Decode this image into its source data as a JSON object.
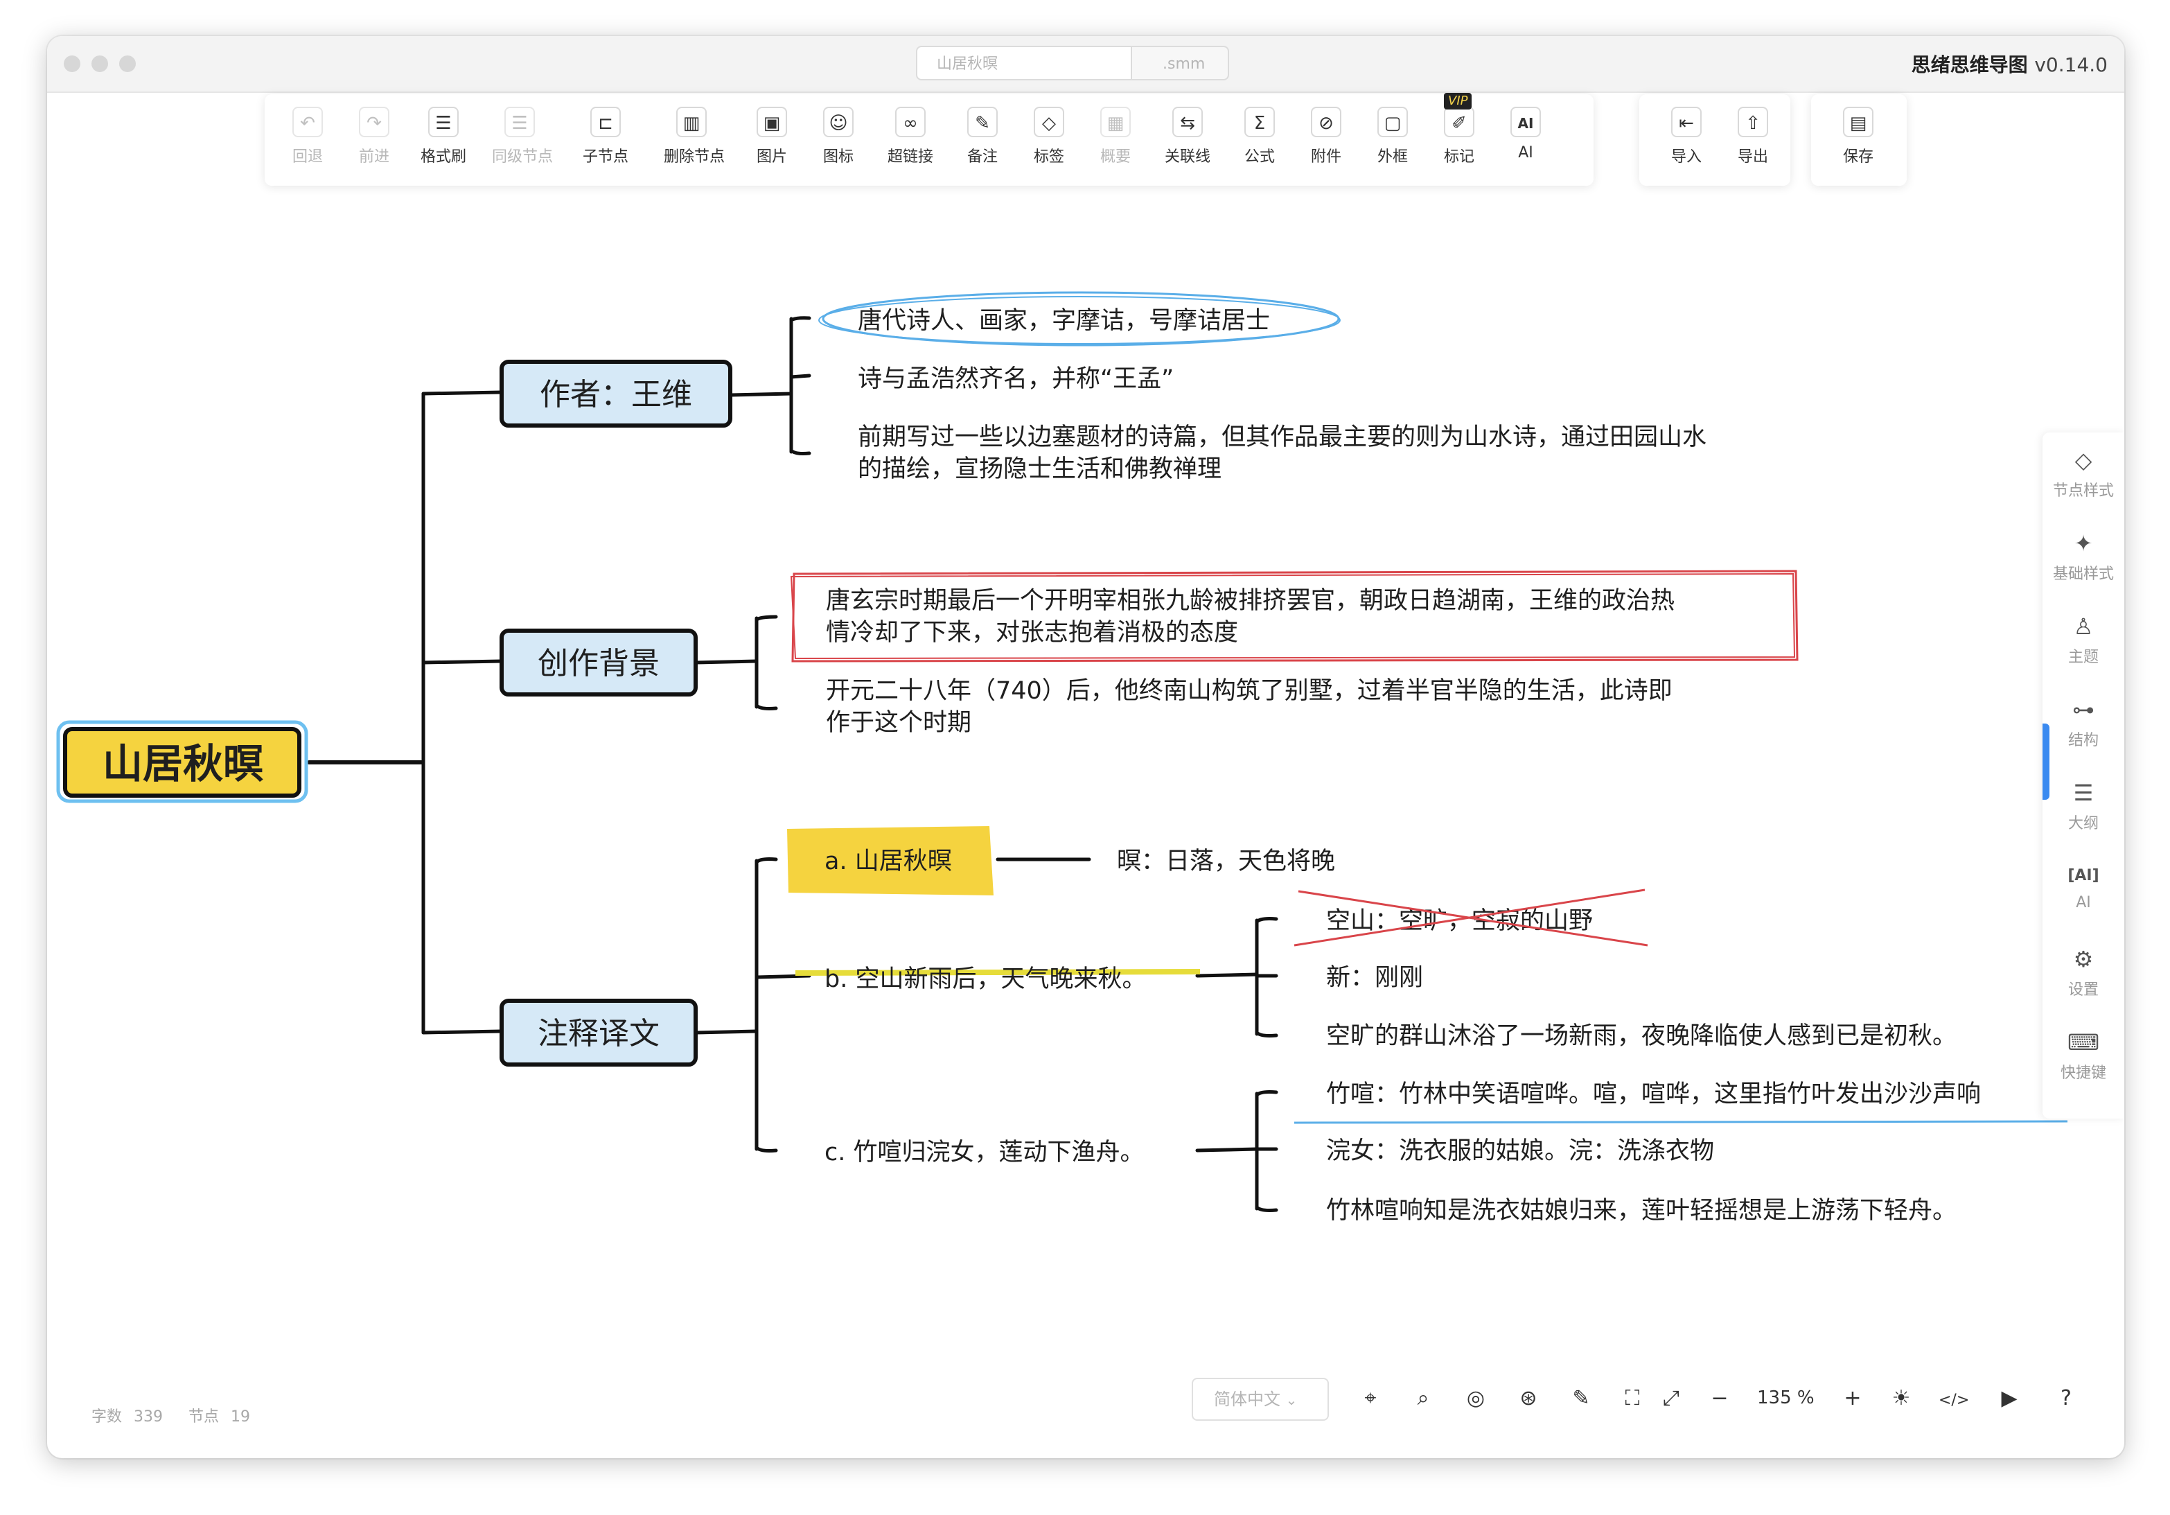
{
  "window": {
    "file_name": "山居秋暝",
    "file_ext": ".smm",
    "app_name": "思绪思维导图",
    "app_version": "v0.14.0"
  },
  "toolbar": {
    "items": [
      {
        "label": "回退",
        "icon": "undo-icon",
        "disabled": true
      },
      {
        "label": "前进",
        "icon": "redo-icon",
        "disabled": true
      },
      {
        "label": "格式刷",
        "icon": "format-brush-icon",
        "disabled": false
      },
      {
        "label": "同级节点",
        "icon": "sibling-node-icon",
        "disabled": true
      },
      {
        "label": "子节点",
        "icon": "child-node-icon",
        "disabled": false
      },
      {
        "label": "删除节点",
        "icon": "trash-icon",
        "disabled": false
      },
      {
        "label": "图片",
        "icon": "image-icon",
        "disabled": false
      },
      {
        "label": "图标",
        "icon": "smile-icon",
        "disabled": false
      },
      {
        "label": "超链接",
        "icon": "link-icon",
        "disabled": false
      },
      {
        "label": "备注",
        "icon": "note-icon",
        "disabled": false
      },
      {
        "label": "标签",
        "icon": "tag-icon",
        "disabled": false
      },
      {
        "label": "概要",
        "icon": "summary-icon",
        "disabled": true
      },
      {
        "label": "关联线",
        "icon": "association-line-icon",
        "disabled": false
      },
      {
        "label": "公式",
        "icon": "formula-icon",
        "disabled": false
      },
      {
        "label": "附件",
        "icon": "paperclip-icon",
        "disabled": false
      },
      {
        "label": "外框",
        "icon": "frame-icon",
        "disabled": false
      },
      {
        "label": "标记",
        "icon": "pen-icon",
        "disabled": false,
        "badge": "VIP"
      },
      {
        "label": "AI",
        "icon": "ai-icon",
        "disabled": false
      }
    ],
    "file_items": [
      {
        "label": "导入",
        "icon": "import-icon"
      },
      {
        "label": "导出",
        "icon": "export-icon"
      }
    ],
    "save": {
      "label": "保存",
      "icon": "save-icon"
    }
  },
  "mindmap": {
    "root": "山居秋暝",
    "branch1": {
      "title": "作者：王维",
      "children": [
        "唐代诗人、画家，字摩诘，号摩诘居士",
        "诗与孟浩然齐名，并称“王孟”",
        "前期写过一些以边塞题材的诗篇，但其作品最主要的则为山水诗，通过田园山水",
        "的描绘，宣扬隐士生活和佛教禅理"
      ]
    },
    "branch2": {
      "title": "创作背景",
      "children": [
        "唐玄宗时期最后一个开明宰相张九龄被排挤罢官，朝政日趋湖南，王维的政治热",
        "情冷却了下来，对张志抱着消极的态度",
        "开元二十八年（740）后，他终南山构筑了别墅，过着半官半隐的生活，此诗即",
        "作于这个时期"
      ]
    },
    "branch3": {
      "title": "注释译文",
      "a": {
        "title": "a. 山居秋暝",
        "child": "暝：日落，天色将晚"
      },
      "b": {
        "title": "b. 空山新雨后，天气晚来秋。",
        "children": [
          "空山：空旷，空寂的山野",
          "新：刚刚",
          "空旷的群山沐浴了一场新雨，夜晚降临使人感到已是初秋。"
        ]
      },
      "c": {
        "title": "c. 竹喧归浣女，莲动下渔舟。",
        "children": [
          "竹喧：竹林中笑语喧哗。喧，喧哗，这里指竹叶发出沙沙声响",
          "浣女：洗衣服的姑娘。浣：洗涤衣物",
          "竹林喧响知是洗衣姑娘归来，莲叶轻摇想是上游荡下轻舟。"
        ]
      }
    }
  },
  "sidebar": {
    "items": [
      {
        "label": "节点样式",
        "icon": "node-style-icon"
      },
      {
        "label": "基础样式",
        "icon": "magic-wand-icon"
      },
      {
        "label": "主题",
        "icon": "shirt-icon"
      },
      {
        "label": "结构",
        "icon": "structure-icon"
      },
      {
        "label": "大纲",
        "icon": "outline-icon"
      },
      {
        "label": "AI",
        "icon": "ai-icon"
      },
      {
        "label": "设置",
        "icon": "settings-icon"
      },
      {
        "label": "快捷键",
        "icon": "keyboard-icon"
      }
    ]
  },
  "status": {
    "word_count_label": "字数",
    "word_count": "339",
    "node_count_label": "节点",
    "node_count": "19"
  },
  "bottom": {
    "language": "简体中文",
    "zoom": "135",
    "zoom_unit": "%"
  },
  "colors": {
    "root_fill": "#f5d33f",
    "branch_fill": "#d6e9f7",
    "highlight_yellow": "#f5d33f",
    "accent_blue": "#3a8af0",
    "mark_red": "#d9454a"
  }
}
